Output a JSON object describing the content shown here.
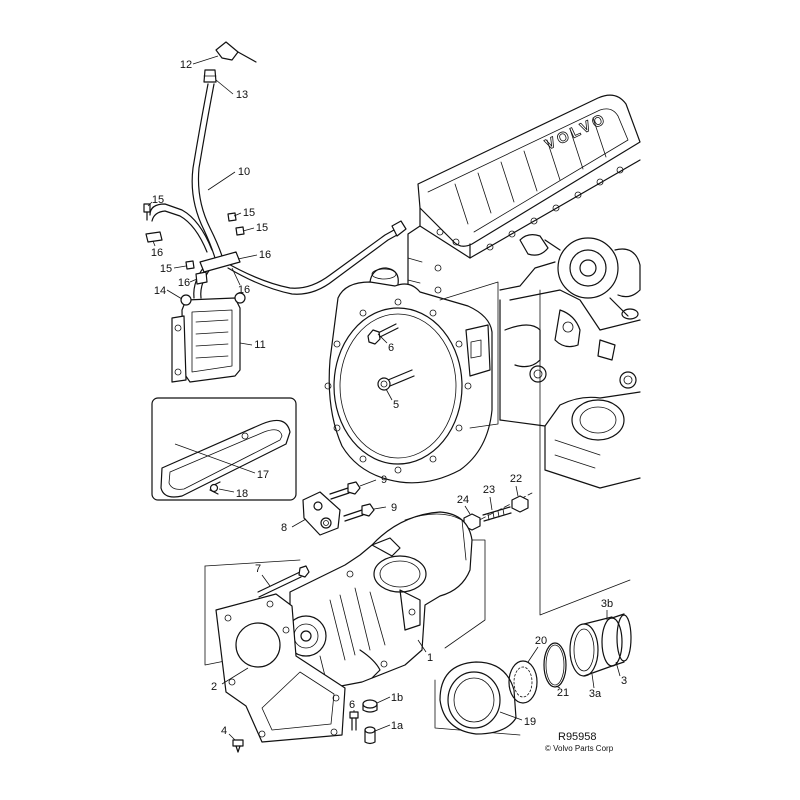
{
  "figure": {
    "ref_code": "R95958",
    "copyright": "© Volvo Parts Corp"
  },
  "engine": {
    "logo_text": "VOLVO"
  },
  "callouts": [
    "12",
    "13",
    "10",
    "15",
    "15",
    "15",
    "16",
    "16",
    "15",
    "16",
    "16",
    "14",
    "11",
    "6",
    "5",
    "17",
    "18",
    "9",
    "9",
    "8",
    "24",
    "23",
    "22",
    "7",
    "1",
    "3b",
    "20",
    "21",
    "3",
    "3a",
    "2",
    "1b",
    "6",
    "1a",
    "4",
    "19"
  ]
}
